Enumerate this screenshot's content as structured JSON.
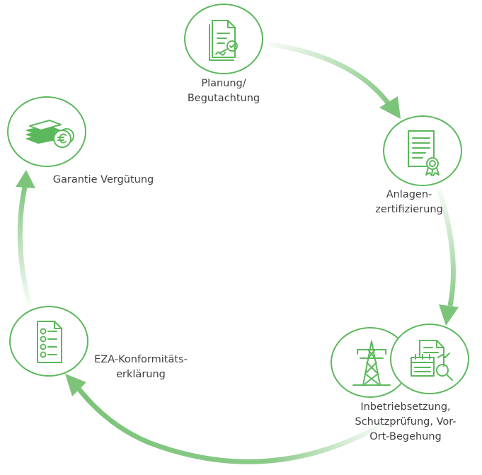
{
  "accent_color": "#5cb85c",
  "arrow_color": "#7cc47a",
  "steps": [
    {
      "id": "planung",
      "label_lines": [
        "Planung/",
        "Begutachtung"
      ],
      "icon": "document-pen-icon"
    },
    {
      "id": "anlagenzertifizierung",
      "label_lines": [
        "Anlagen-",
        "zertifizierung"
      ],
      "icon": "certificate-icon"
    },
    {
      "id": "inbetriebsetzung",
      "label_lines": [
        "Inbetriebsetzung,",
        "Schutzprüfung, Vor-",
        "Ort-Begehung"
      ],
      "icons": [
        "power-tower-icon",
        "inspection-document-icon"
      ]
    },
    {
      "id": "eza",
      "label_lines": [
        "EZA-Konformitäts-",
        "erklärung"
      ],
      "icon": "checklist-icon"
    },
    {
      "id": "garantie",
      "label_lines": [
        "Garantie Vergütung"
      ],
      "icon": "money-euro-icon"
    }
  ]
}
